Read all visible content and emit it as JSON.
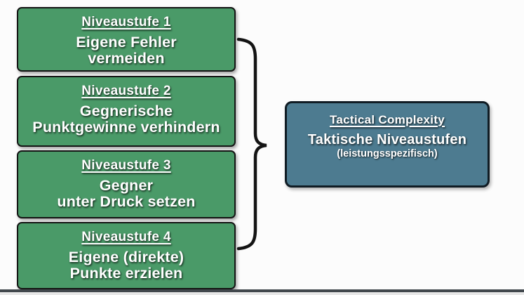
{
  "colors": {
    "level_box_fill": "#4a9a68",
    "level_box_border": "#141414",
    "summary_box_fill": "#4d7b90",
    "summary_box_border": "#101c24",
    "text": "#ffffff",
    "background": "#fcfcfc",
    "brace": "#141414",
    "bottom_bar": "#42484d"
  },
  "levels": [
    {
      "title": "Niveaustufe 1",
      "lines": [
        "Eigene Fehler",
        "vermeiden"
      ]
    },
    {
      "title": "Niveaustufe 2",
      "lines": [
        "Gegnerische",
        "Punktgewinne verhindern"
      ]
    },
    {
      "title": "Niveaustufe 3",
      "lines": [
        "Gegner",
        "unter Druck setzen"
      ]
    },
    {
      "title": "Niveaustufe 4",
      "lines": [
        "Eigene (direkte)",
        "Punkte erzielen"
      ]
    }
  ],
  "summary_box": {
    "title": "Tactical Complexity",
    "subtitle": "Taktische Niveaustufen",
    "note": "(leistungsspezifisch)"
  }
}
